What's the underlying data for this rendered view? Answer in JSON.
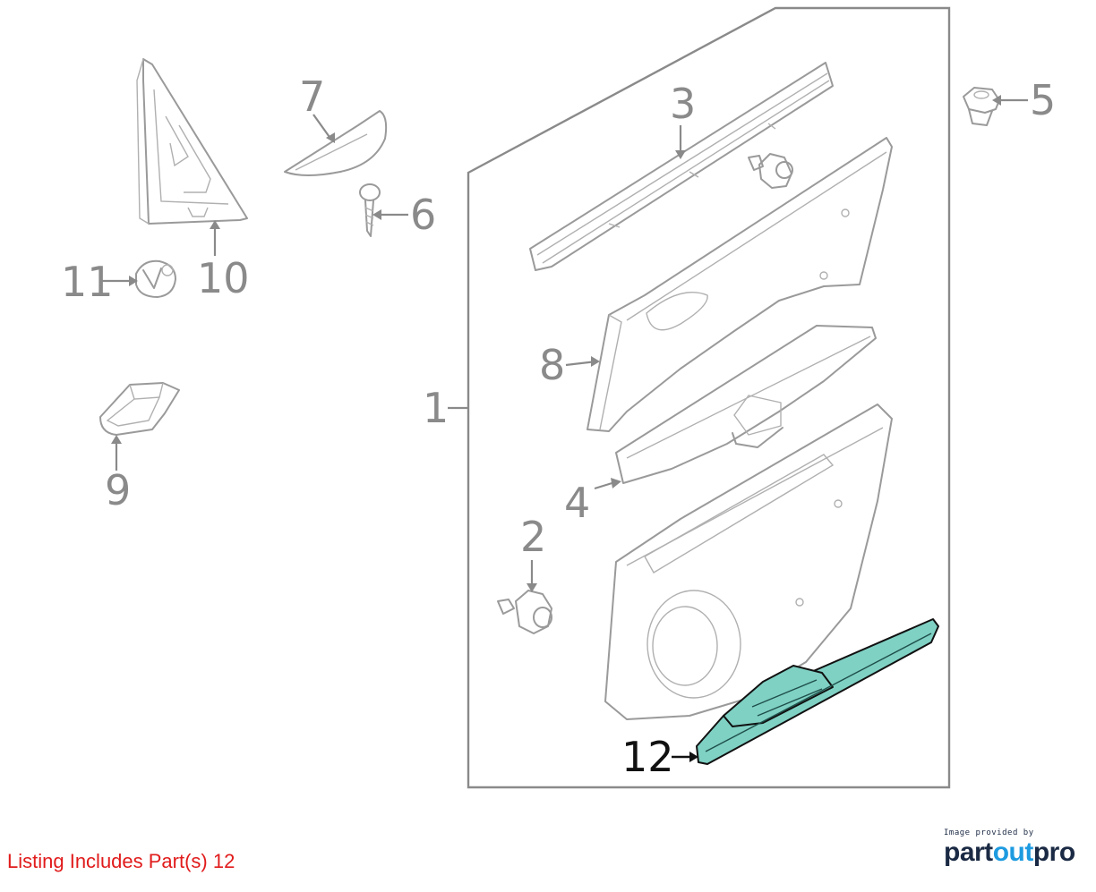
{
  "callouts": {
    "c1": "1",
    "c2": "2",
    "c3": "3",
    "c4": "4",
    "c5": "5",
    "c6": "6",
    "c7": "7",
    "c8": "8",
    "c9": "9",
    "c10": "10",
    "c11": "11",
    "c12": "12"
  },
  "caption": "Listing Includes Part(s) 12",
  "credit": {
    "small": "Image provided by",
    "brand_prefix": "part",
    "brand_accent": "out",
    "brand_suffix": "pro"
  },
  "colors": {
    "highlight": "#7fd1c4",
    "caption": "#e11b1b",
    "brand_dark": "#1b2a44",
    "brand_accent": "#1e9be0"
  }
}
